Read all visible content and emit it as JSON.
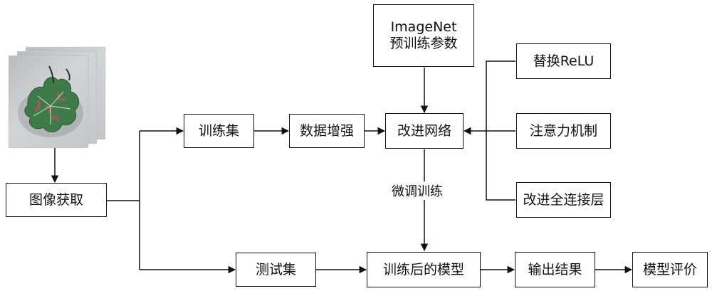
{
  "nodes": {
    "imagenet": "ImageNet\n预训练参数",
    "image_acquisition": "图像获取",
    "training_set": "训练集",
    "data_augmentation": "数据增强",
    "improved_network": "改进网络",
    "replace_relu": "替换ReLU",
    "attention": "注意力机制",
    "improved_fc": "改进全连接层",
    "test_set": "测试集",
    "trained_model": "训练后的模型",
    "output_result": "输出结果",
    "model_evaluation": "模型评价"
  },
  "edge_labels": {
    "fine_tune": "微调训练"
  },
  "images": {
    "leaf_samples": "grape-leaf-photo-icon"
  }
}
